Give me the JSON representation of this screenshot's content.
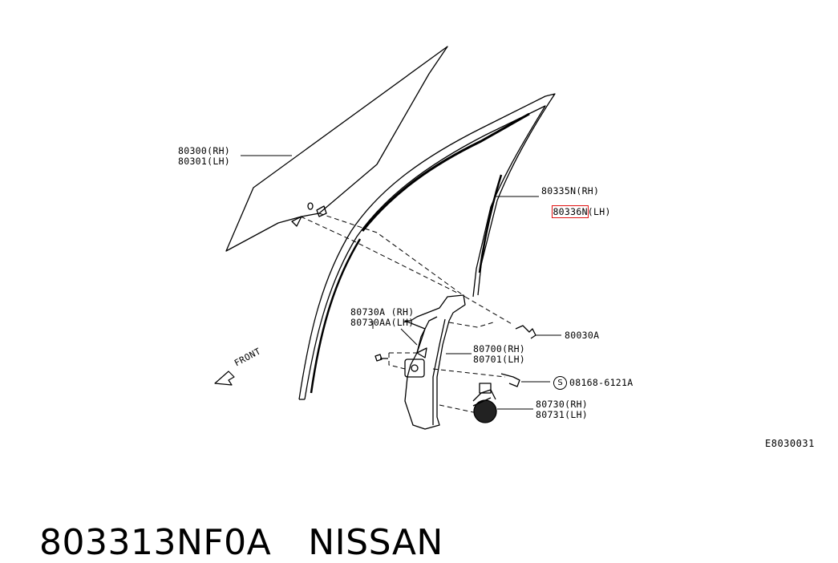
{
  "labels": {
    "glass": [
      "80300(RH)",
      "80301(LH)"
    ],
    "sash": [
      "80335N(RH)",
      "80336N",
      "(LH)"
    ],
    "motor_bracket": [
      "80730A (RH)",
      "80730AA(LH)"
    ],
    "bolt": "80030A",
    "regulator": [
      "80700(RH)",
      "80701(LH)"
    ],
    "screw_symbol": "S",
    "screw": "08168-6121A",
    "motor": [
      "80730(RH)",
      "80731(LH)"
    ],
    "front": "FRONT",
    "diagram_code": "E8030031"
  },
  "footer": {
    "part_number": "803313NF0A",
    "brand": "NISSAN"
  },
  "highlight_color": "#e01010"
}
